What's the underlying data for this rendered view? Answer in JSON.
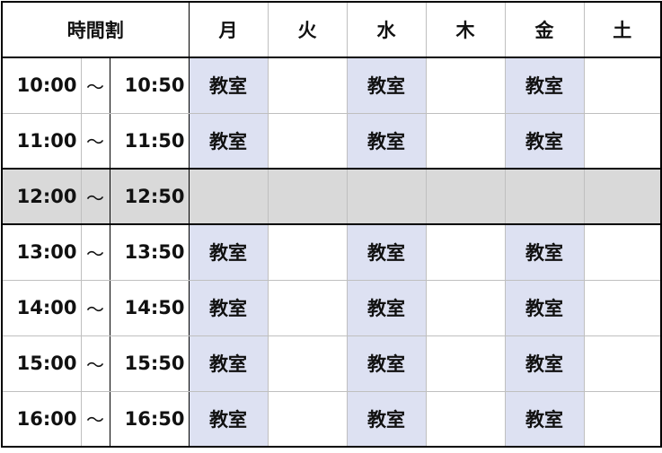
{
  "header": {
    "title": "時間割",
    "days": [
      "月",
      "火",
      "水",
      "木",
      "金",
      "土"
    ]
  },
  "separator": "〜",
  "rows": [
    {
      "start": "10:00",
      "end": "10:50",
      "cells": [
        "教室",
        "",
        "教室",
        "",
        "教室",
        ""
      ]
    },
    {
      "start": "11:00",
      "end": "11:50",
      "cells": [
        "教室",
        "",
        "教室",
        "",
        "教室",
        ""
      ]
    },
    {
      "start": "12:00",
      "end": "12:50",
      "cells": [
        "",
        "",
        "",
        "",
        "",
        ""
      ]
    },
    {
      "start": "13:00",
      "end": "13:50",
      "cells": [
        "教室",
        "",
        "教室",
        "",
        "教室",
        ""
      ]
    },
    {
      "start": "14:00",
      "end": "14:50",
      "cells": [
        "教室",
        "",
        "教室",
        "",
        "教室",
        ""
      ]
    },
    {
      "start": "15:00",
      "end": "15:50",
      "cells": [
        "教室",
        "",
        "教室",
        "",
        "教室",
        ""
      ]
    },
    {
      "start": "16:00",
      "end": "16:50",
      "cells": [
        "教室",
        "",
        "教室",
        "",
        "教室",
        ""
      ]
    }
  ],
  "colors": {
    "class_cell": "#dde1f2",
    "lunch_row": "#d9d9d9"
  }
}
